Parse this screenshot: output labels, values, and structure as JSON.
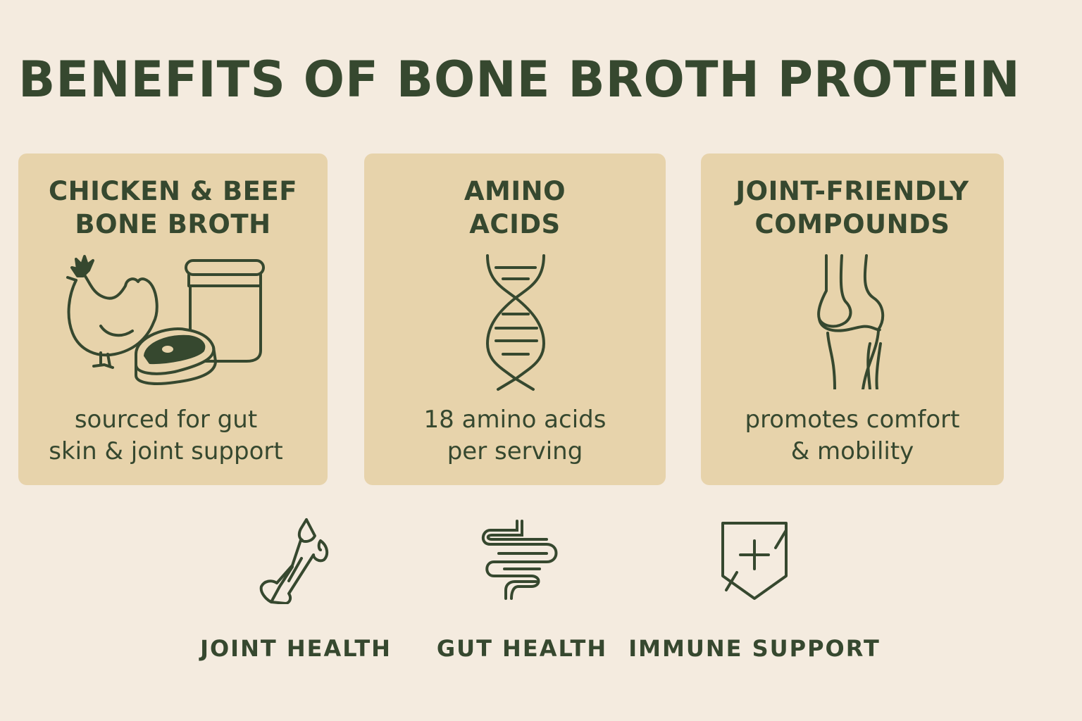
{
  "title": "BENEFITS OF BONE BROTH PROTEIN",
  "colors": {
    "background": "#f4ebdf",
    "card": "#e7d3ab",
    "ink": "#36482f"
  },
  "cards": [
    {
      "title": "CHICKEN & BEEF\nBONE BROTH",
      "icon": "chicken-jar-steak-icon",
      "description": "sourced for gut\nskin & joint support"
    },
    {
      "title": "AMINO\nACIDS",
      "icon": "dna-icon",
      "description": "18 amino acids\nper serving"
    },
    {
      "title": "JOINT-FRIENDLY\nCOMPOUNDS",
      "icon": "knee-joint-icon",
      "description": "promotes comfort\n& mobility"
    }
  ],
  "benefits": [
    {
      "label": "JOINT HEALTH",
      "icon": "bone-icon"
    },
    {
      "label": "GUT HEALTH",
      "icon": "intestine-icon"
    },
    {
      "label": "IMMUNE SUPPORT",
      "icon": "shield-plus-icon"
    }
  ]
}
